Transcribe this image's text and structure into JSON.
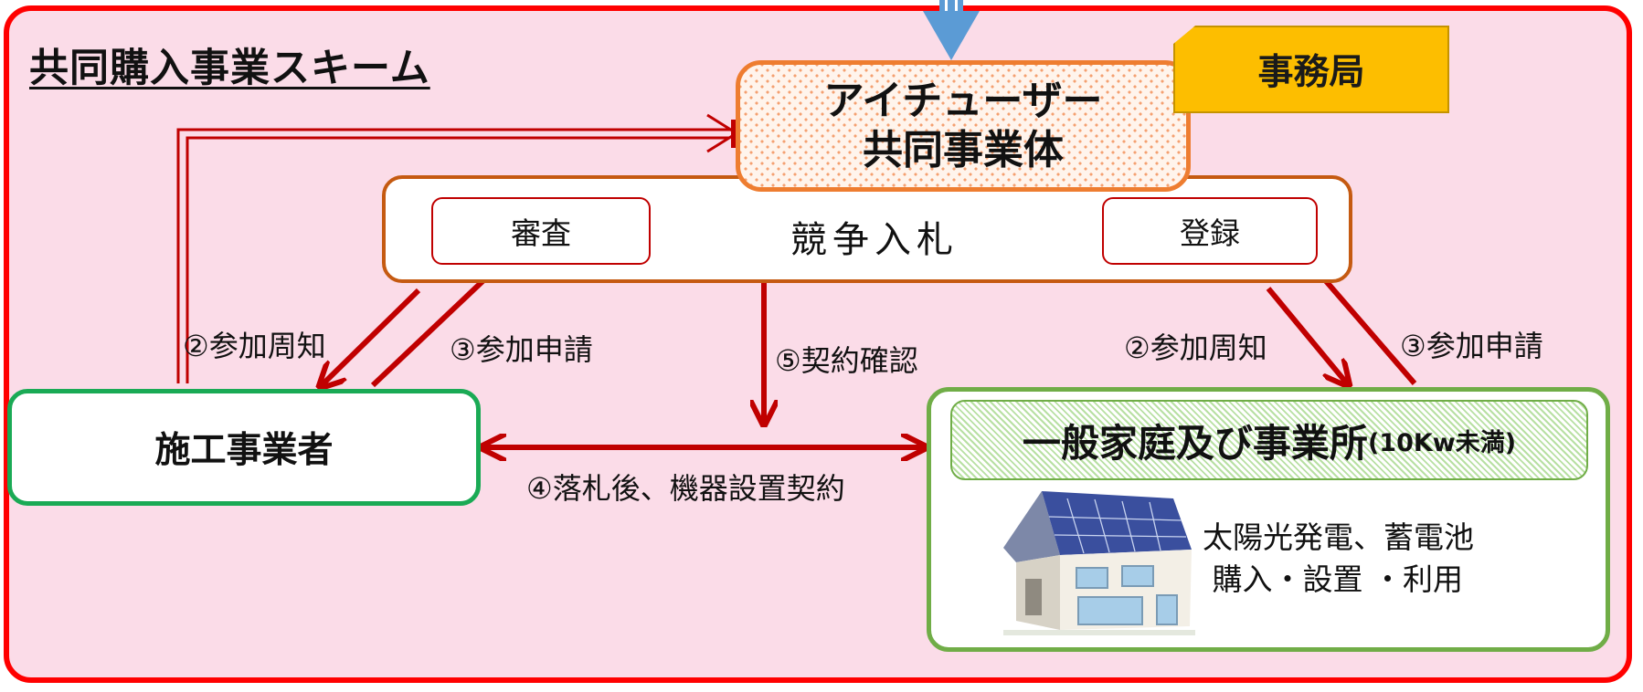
{
  "diagram": {
    "title": "共同購入事業スキーム",
    "center": {
      "line1": "アイチューザー",
      "line2": "共同事業体",
      "badge": "事務局"
    },
    "bid": {
      "label": "競争入札",
      "review": "審査",
      "register": "登録"
    },
    "contractor": "施工事業者",
    "household": {
      "title": "一般家庭及び事業所",
      "qualifier": "(10Kw未満)",
      "description": "太陽光発電、蓄電池\n 購入・設置 ・利用"
    },
    "flows": {
      "left_notice": "②参加周知",
      "left_apply": "③参加申請",
      "confirm": "⑤契約確認",
      "contract": "④落札後、機器設置契約",
      "right_notice": "②参加周知",
      "right_apply": "③参加申請"
    },
    "colors": {
      "frame": "#ff0000",
      "background": "#fbdce8",
      "center_border": "#ee7d30",
      "badge": "#fdbe00",
      "contractor_border": "#1aaa55",
      "household_border": "#70ad47",
      "arrow": "#c00000",
      "incoming_arrow": "#5b9bd5"
    }
  }
}
